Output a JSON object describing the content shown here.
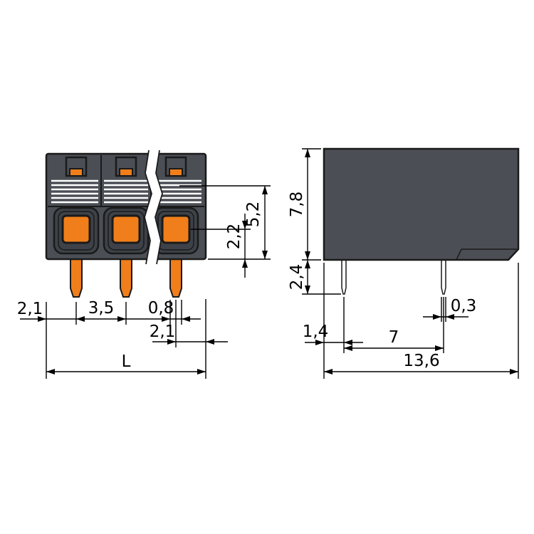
{
  "front_view": {
    "dims": {
      "edge_to_pin1": "2,1",
      "pin_pitch": "3,5",
      "pin_width": "0,8",
      "pin3_to_edge": "2,1",
      "total_length": "L",
      "actuator_to_bottom": "2,2",
      "clamp_to_bottom": "5,2"
    }
  },
  "side_view": {
    "dims": {
      "height": "7,8",
      "pin_protrusion": "2,4",
      "edge_to_pin": "1,4",
      "pin_thickness": "0,3",
      "pin_spacing": "7",
      "depth": "13,6"
    }
  },
  "colors": {
    "housing": "#4B4F55",
    "housing_dark": "#3E4248",
    "orange": "#F07E1A",
    "line": "#000000",
    "background": "#FFFFFF"
  }
}
